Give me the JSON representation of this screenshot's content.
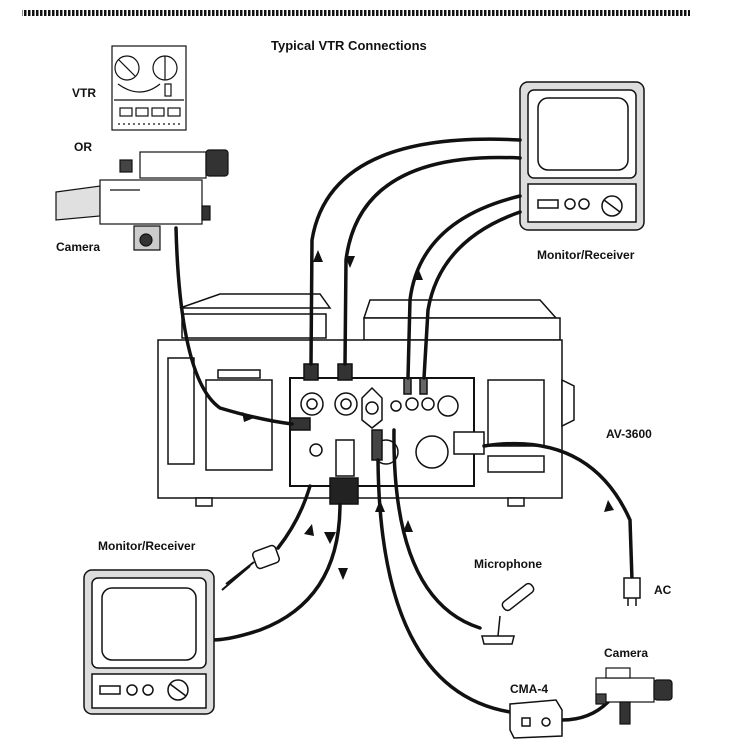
{
  "title": "Typical VTR Connections",
  "labels": {
    "vtr": "VTR",
    "or": "OR",
    "camera_top": "Camera",
    "monitor_top": "Monitor/Receiver",
    "av3600": "AV-3600",
    "monitor_bottom": "Monitor/Receiver",
    "microphone": "Microphone",
    "ac": "AC",
    "camera_bottom": "Camera",
    "cma4": "CMA-4"
  },
  "colors": {
    "ink": "#111111",
    "paper": "#ffffff",
    "shade": "#e9e9e9"
  }
}
